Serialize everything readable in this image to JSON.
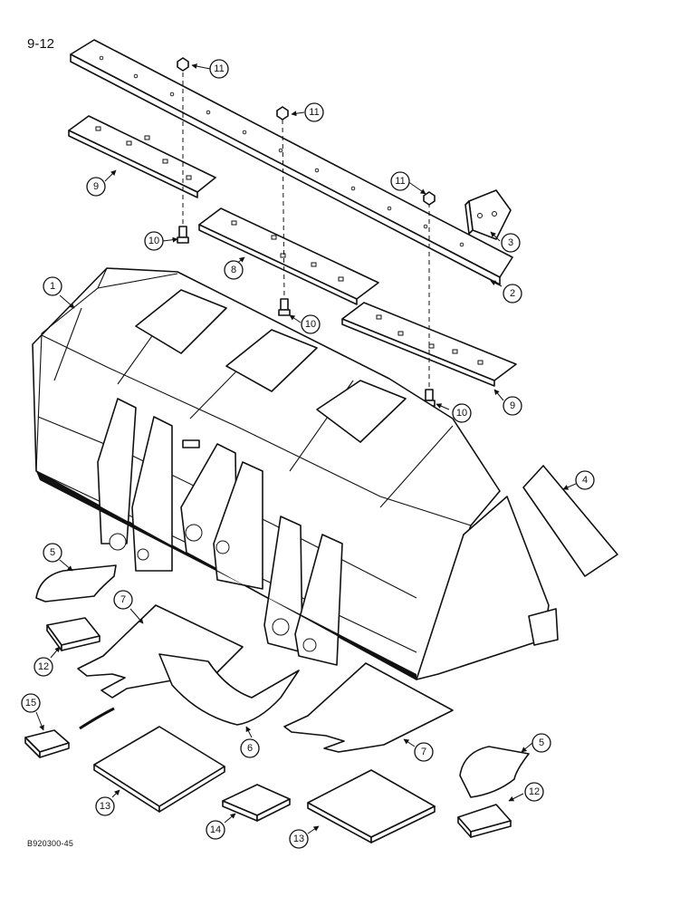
{
  "page_number": "9-12",
  "figure_code": "B920300-45",
  "callouts": {
    "c1": "1",
    "c2": "2",
    "c3": "3",
    "c4": "4",
    "c5a": "5",
    "c5b": "5",
    "c6": "6",
    "c7a": "7",
    "c7b": "7",
    "c8": "8",
    "c9a": "9",
    "c9b": "9",
    "c10a": "10",
    "c10b": "10",
    "c10c": "10",
    "c11a": "11",
    "c11b": "11",
    "c11c": "11",
    "c12a": "12",
    "c12b": "12",
    "c13a": "13",
    "c13b": "13",
    "c14": "14",
    "c15": "15"
  }
}
